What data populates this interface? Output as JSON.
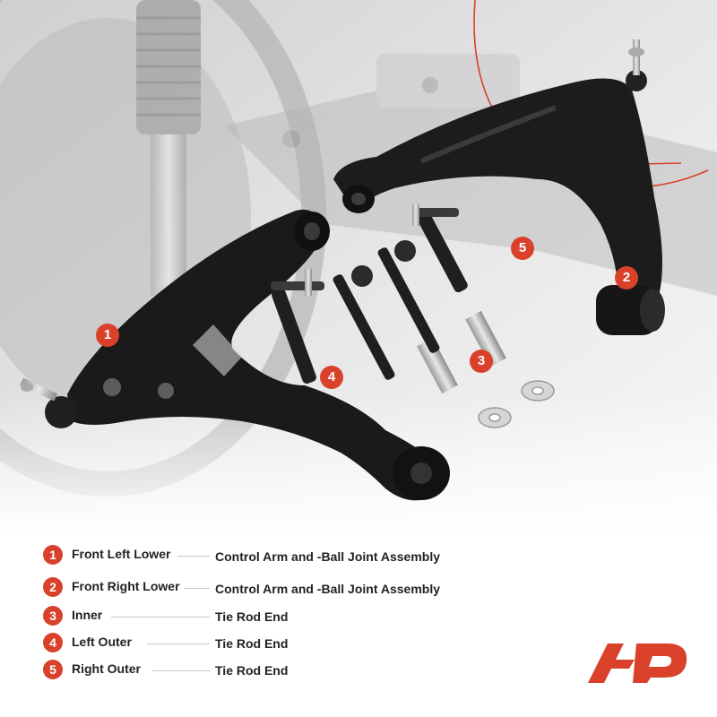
{
  "accent_color": "#d9412b",
  "callouts": [
    "1",
    "2",
    "3",
    "4",
    "5"
  ],
  "legend": [
    {
      "num": "1",
      "name": "Front Left Lower",
      "desc": "Control Arm and -Ball Joint Assembly"
    },
    {
      "num": "2",
      "name": "Front Right Lower",
      "desc": "Control Arm and -Ball Joint Assembly"
    },
    {
      "num": "3",
      "name": "Inner",
      "desc": "Tie Rod End"
    },
    {
      "num": "4",
      "name": "Left Outer",
      "desc": "Tie Rod End"
    },
    {
      "num": "5",
      "name": "Right Outer",
      "desc": "Tie Rod End"
    }
  ],
  "logo_icon": "a-premium-logo"
}
